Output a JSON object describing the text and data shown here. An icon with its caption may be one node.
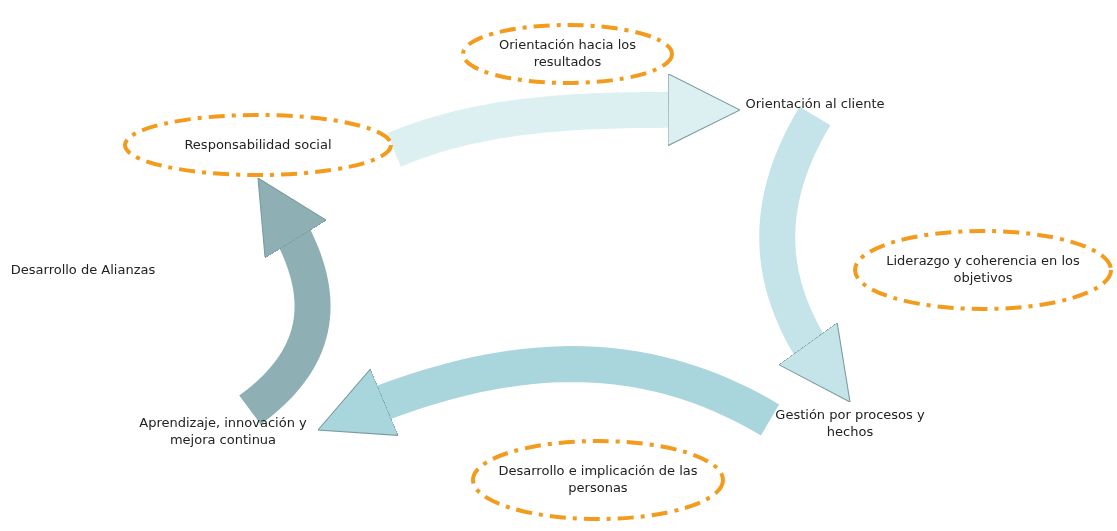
{
  "diagram": {
    "nodes": [
      {
        "text": [
          "Orientación hacia los resultados"
        ]
      },
      {
        "text": [
          "Orientación al cliente"
        ]
      },
      {
        "text": [
          "Responsabilidad social"
        ]
      },
      {
        "text": [
          "Liderazgo y coherencia en los objetivos"
        ]
      },
      {
        "text": [
          "Desarrollo de Alianzas"
        ]
      },
      {
        "text": [
          "Gestión por procesos y hechos"
        ]
      },
      {
        "text": [
          "Aprendizaje, innovación y mejora continua"
        ]
      },
      {
        "text": [
          "Desarrollo e implicación de las personas"
        ]
      }
    ],
    "edges": [
      {
        "from": 2,
        "to": 1,
        "arrow": "to",
        "color": "#dcf0f2"
      },
      {
        "from": 1,
        "to": 5,
        "arrow": "to",
        "color": "#c4e4ea"
      },
      {
        "from": 5,
        "to": 6,
        "arrow": "to",
        "color": "#a9d5dd"
      },
      {
        "from": 6,
        "to": 2,
        "arrow": "to",
        "color": "#8eb0b4"
      }
    ]
  }
}
